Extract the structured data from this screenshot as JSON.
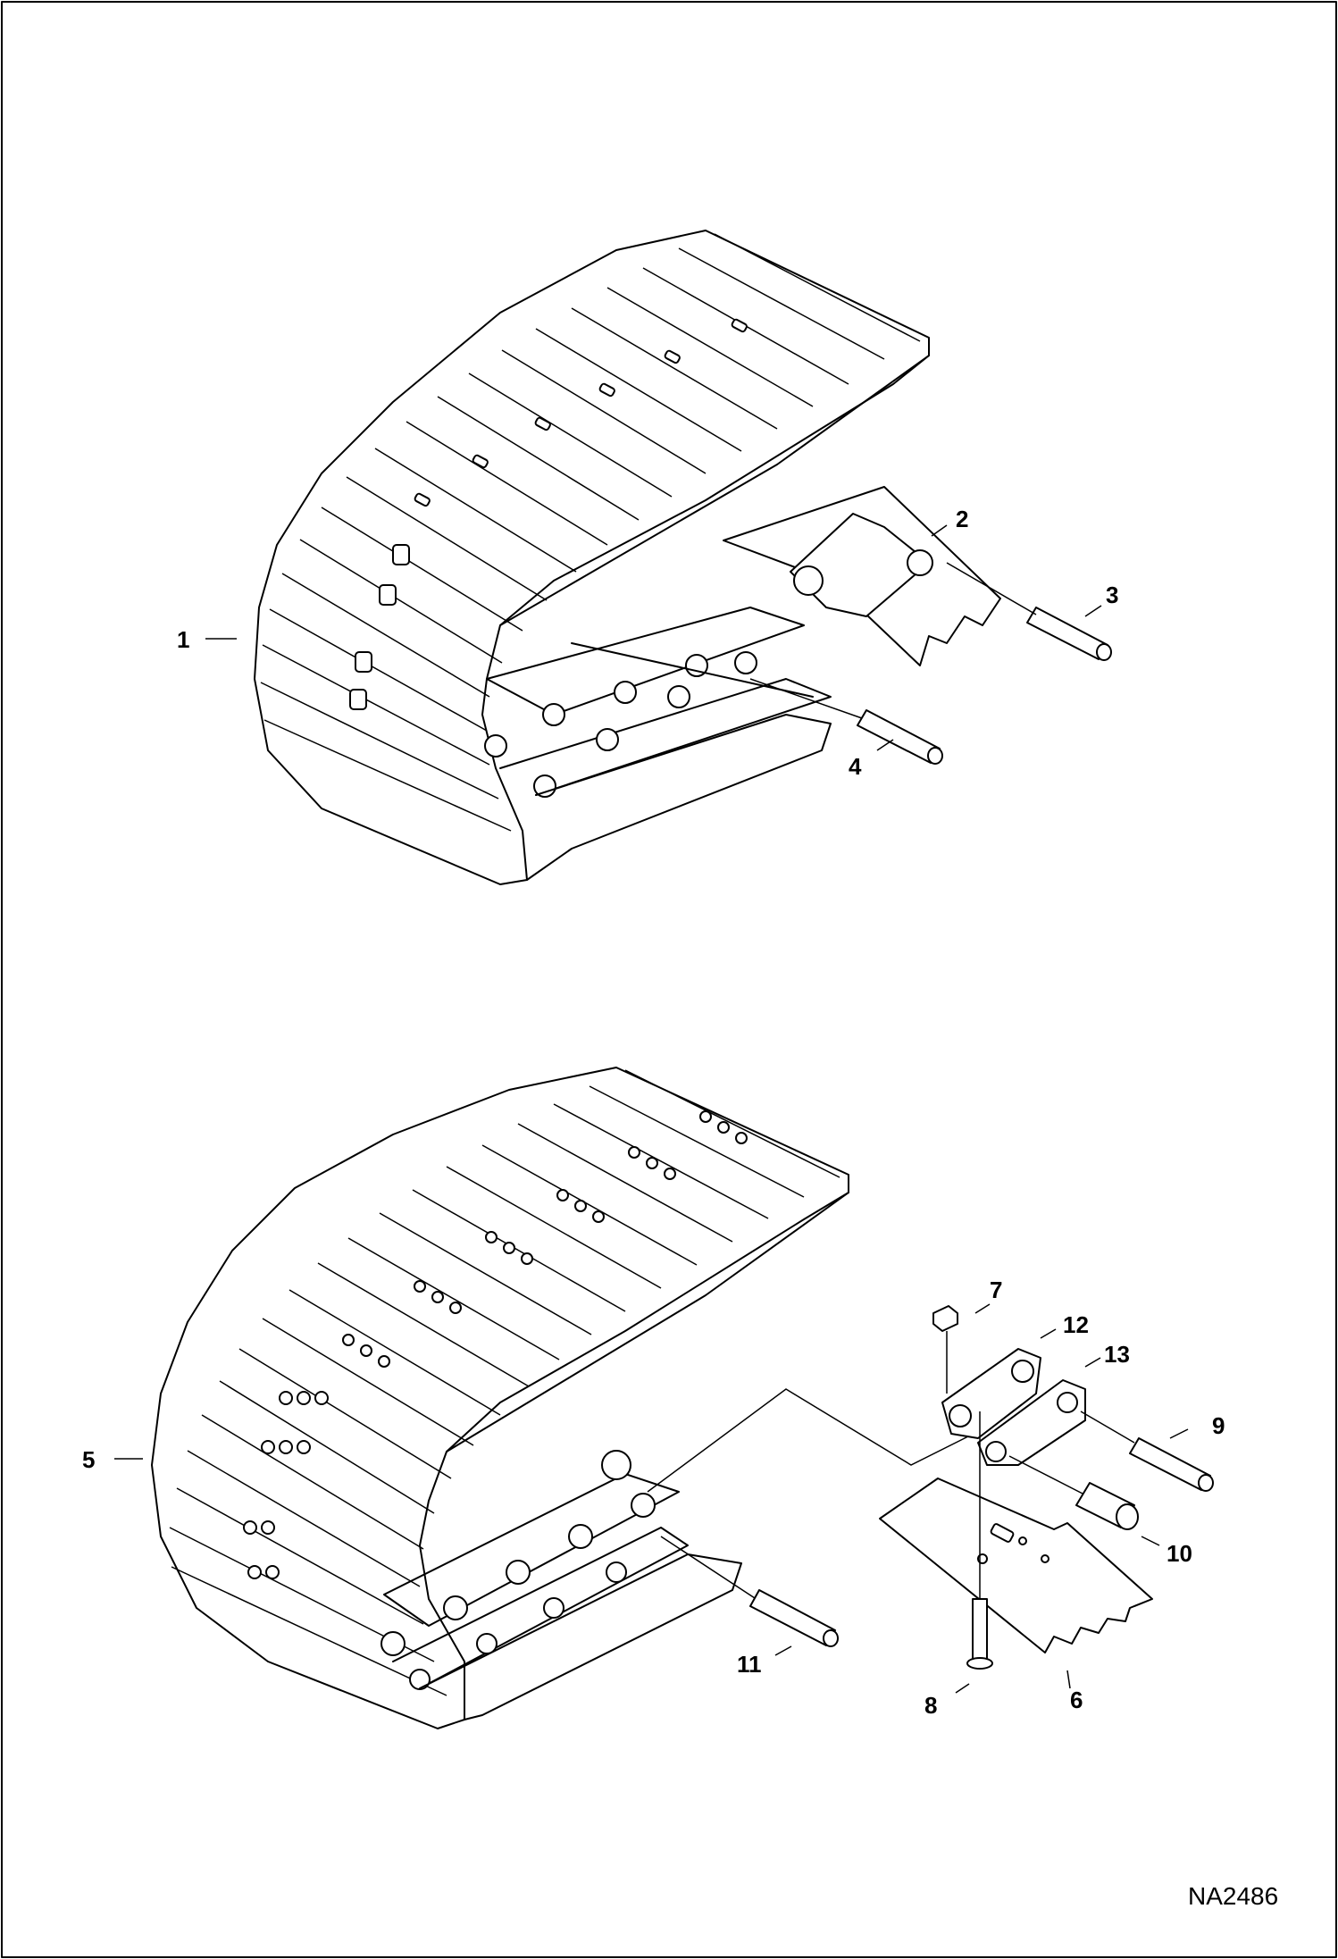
{
  "diagram": {
    "figure_ref": "NA2486",
    "callouts": [
      "1",
      "2",
      "3",
      "4",
      "5",
      "6",
      "7",
      "8",
      "9",
      "10",
      "11",
      "12",
      "13"
    ]
  }
}
